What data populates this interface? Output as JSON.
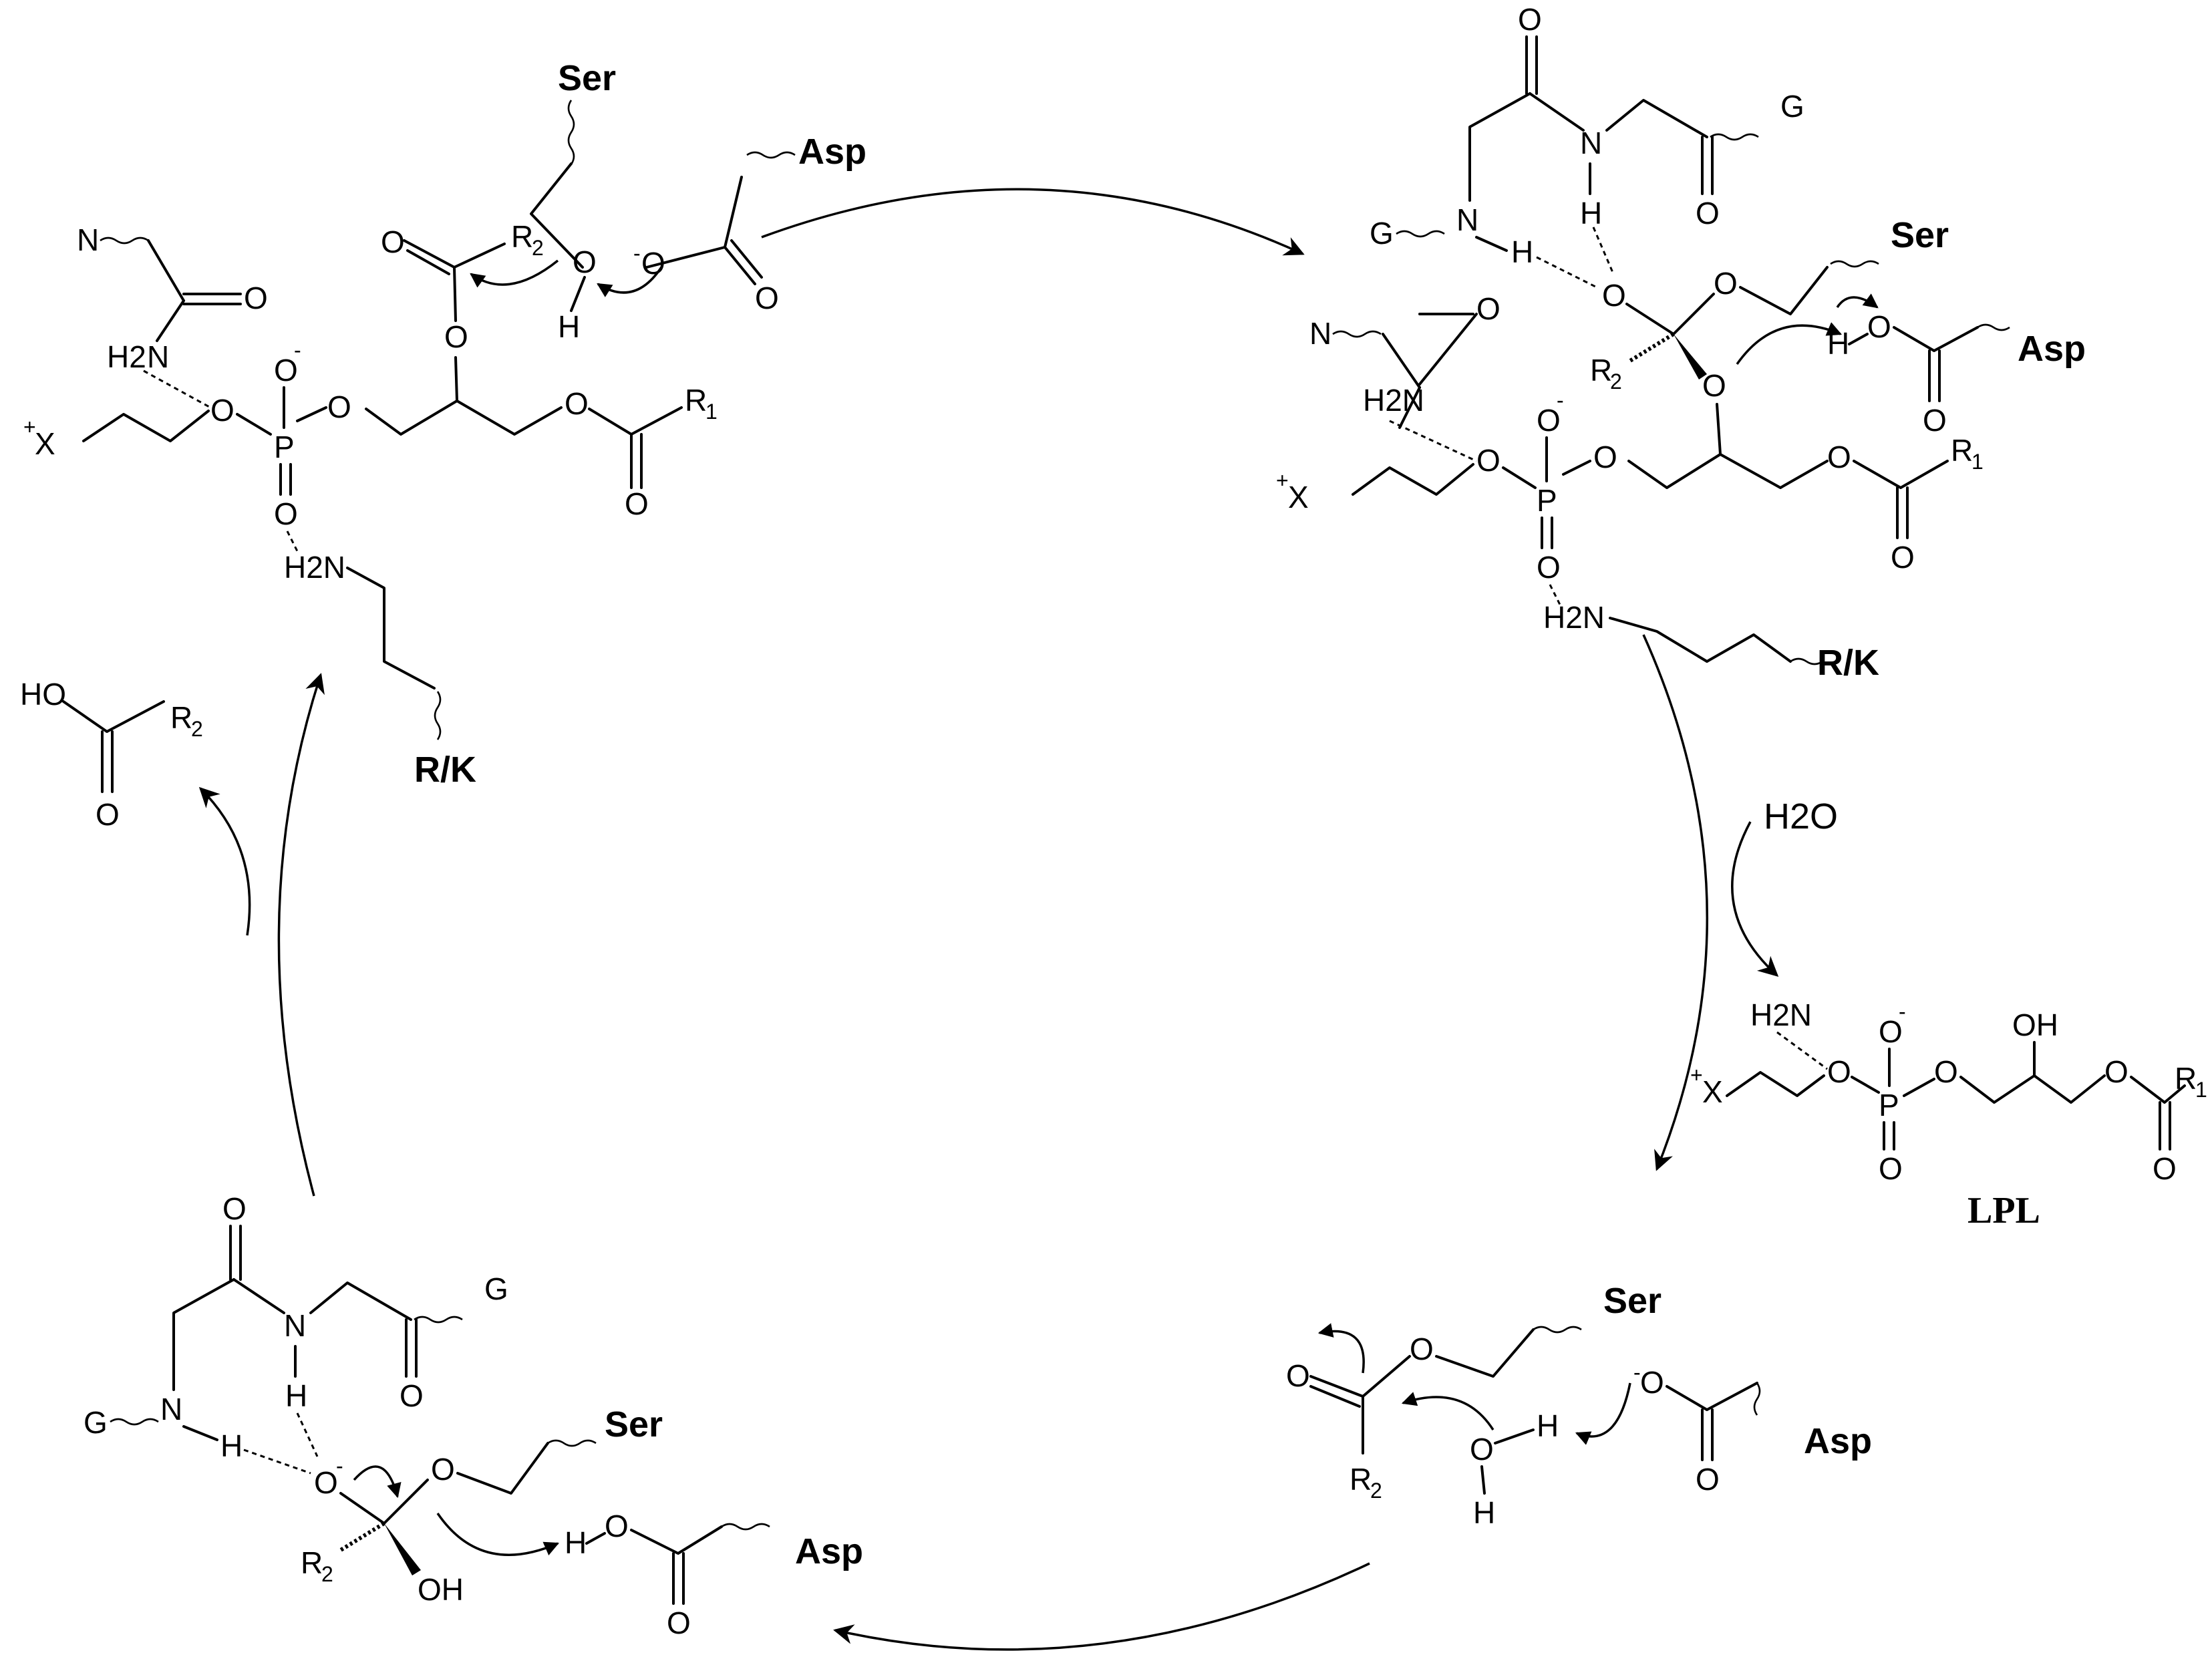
{
  "reagent": {
    "water": "H2O"
  },
  "product": {
    "label": "LPL"
  },
  "atoms": {
    "N": "N",
    "O": "O",
    "P": "P",
    "H": "H",
    "G": "G",
    "X": "X",
    "OH": "OH",
    "HO": "HO",
    "H2N": "H2N",
    "H2": "H2",
    "R1": "R1",
    "R2": "R2",
    "minus": "-",
    "plus": "+",
    "Rsym": "R",
    "one": "1",
    "two": "2"
  },
  "residues": {
    "ser": "Ser",
    "asp": "Asp",
    "rk": "R/K"
  }
}
